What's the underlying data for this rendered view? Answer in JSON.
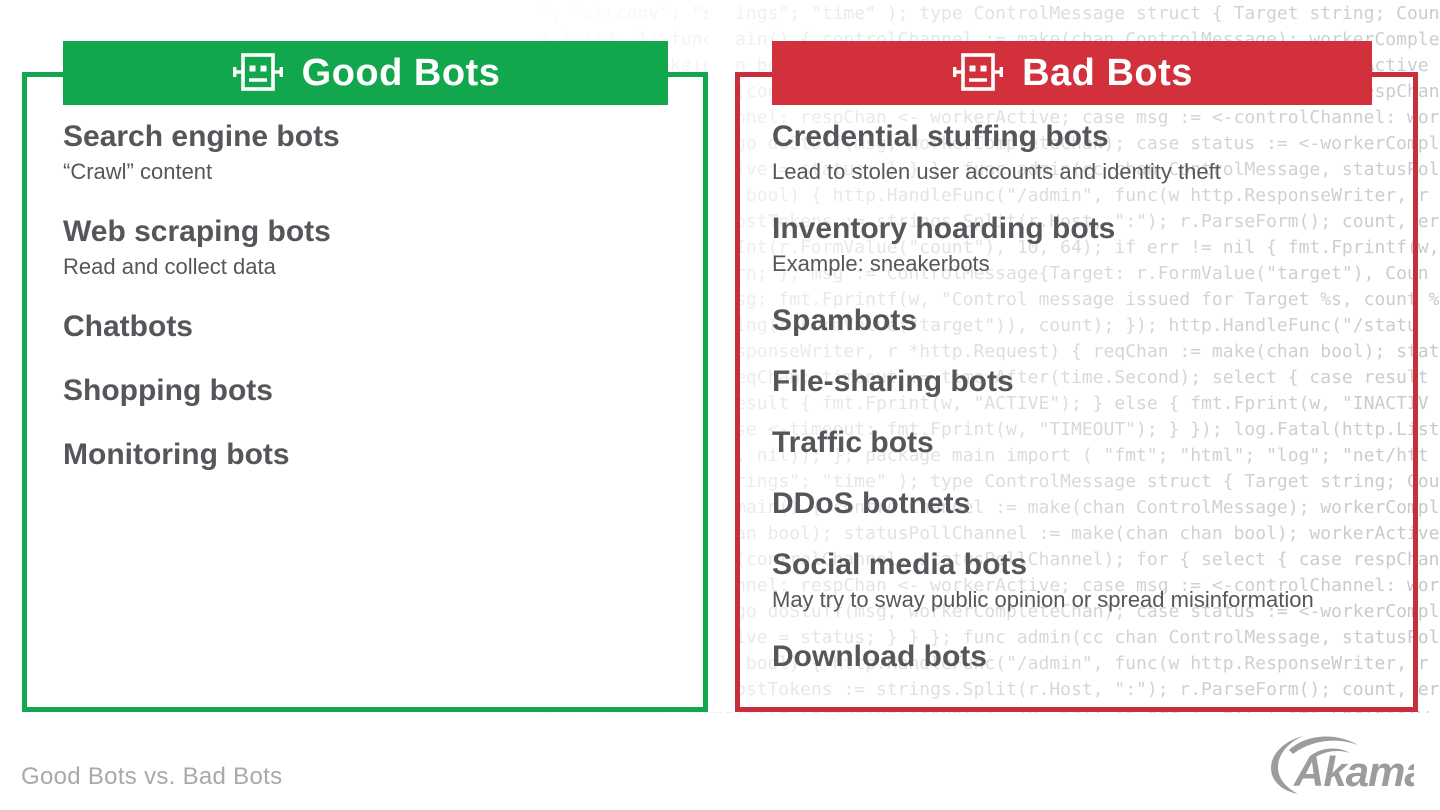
{
  "colors": {
    "green": "#12a74d",
    "red": "#c92f3a",
    "red_banner": "#d2303b",
    "heading_gray": "#54565a",
    "caption_gray": "#a7a9ac",
    "code_gray": "#9aa1a8",
    "logo_gray": "#9c9c9f"
  },
  "background_code": {
    "text": "\"; \"strconv\"; \"strings\"; \"time\" ); type ControlMessage struct { Target string; Count int64; }; func main() { controlChannel := make(chan ControlMessage); workerCompleteChan := make(chan bool); statusPollChannel := make(chan chan bool); workerActive := false; go admin(controlChannel, statusPollChannel); for { select { case respChan := <-statusPollChannel: respChan <- workerActive; case msg := <-controlChannel: workerActive = true; go doStuff(msg, workerCompleteChan); case status := <-workerCompleteChan: workerActive = status; } } }; func admin(cc chan ControlMessage, statusPollChannel chan chan bool) { http.HandleFunc(\"/admin\", func(w http.ResponseWriter, r *http.Request) { hostTokens := strings.Split(r.Host, \":\"); r.ParseForm(); count, err := strconv.ParseInt(r.FormValue(\"count\"), 10, 64); if err != nil { fmt.Fprintf(w, err.Error()); return; }; msg := ControlMessage{Target: r.FormValue(\"target\"), Count: count}; cc <- msg; fmt.Fprintf(w, \"Control message issued for Target %s, count %d\", html.EscapeString(r.FormValue(\"target\")), count); }); http.HandleFunc(\"/status\", func(w http.ResponseWriter, r *http.Request) { reqChan := make(chan bool); statusPollChannel <- reqChan; timeout := time.After(time.Second); select { case result := <-reqChan: if result { fmt.Fprint(w, \"ACTIVE\"); } else { fmt.Fprint(w, \"INACTIVE\"); }; return; case <-timeout: fmt.Fprint(w, \"TIMEOUT\"); } }); log.Fatal(http.ListenAndServe(\":1337\", nil)); }; package main import ( \"fmt\"; \"html\"; \"log\"; \"net/http\"; \"strconv\"; \"strings\"; \"time\" ); type ControlMessage struct { Target string; Count int64; }; func main() { controlChannel := make(chan ControlMessage); workerCompleteChan := make(chan bool); statusPollChannel := make(chan chan bool); workerActive := false; go admin(controlChannel, statusPollChannel); for { select { case respChan := <-statusPollChannel: respChan <- workerActive; case msg := <-controlChannel: workerActive = true; go doStuff(msg, workerCompleteChan); case status := <-workerCompleteChan: workerActive = status; } } }; func admin(cc chan ControlMessage, statusPollChannel chan chan bool) { http.HandleFunc(\"/admin\", func(w http.ResponseWriter, r *http.Request) { hostTokens := strings.Split(r.Host, \":\"); r.ParseForm(); count, err := strconv.ParseInt(r.FormValue(\"count\"), 10, 64); if err != nil { fmt.Fprintf(w, err.Error()); return; }"
  },
  "good_panel": {
    "title": "Good Bots",
    "items": [
      {
        "label": "Search engine bots",
        "note": "“Crawl” content"
      },
      {
        "label": "Web scraping bots",
        "note": "Read and collect data"
      },
      {
        "label": "Chatbots"
      },
      {
        "label": "Shopping bots"
      },
      {
        "label": "Monitoring bots"
      }
    ]
  },
  "bad_panel": {
    "title": "Bad Bots",
    "items": [
      {
        "label": "Credential stuffing bots",
        "note": "Lead to stolen user accounts and identity theft"
      },
      {
        "label": "Inventory hoarding bots",
        "note": "Example: sneakerbots"
      },
      {
        "label": "Spambots"
      },
      {
        "label": "File-sharing bots"
      },
      {
        "label": "Traffic bots"
      },
      {
        "label": "DDoS botnets"
      },
      {
        "label": "Social media bots",
        "note": "May try to sway public opinion or spread misinformation"
      },
      {
        "label": "Download bots"
      }
    ]
  },
  "footer": {
    "caption": "Good Bots vs. Bad Bots",
    "logo_text": "Akamai"
  }
}
